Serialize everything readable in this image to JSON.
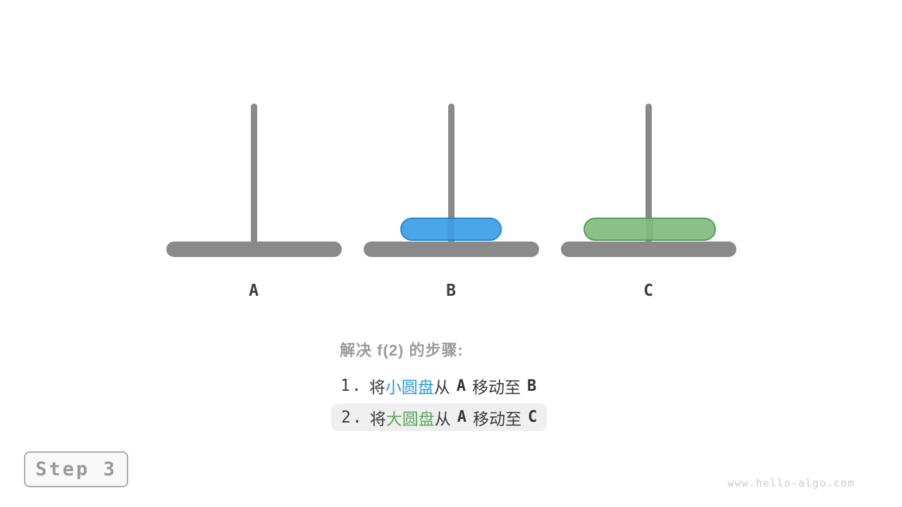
{
  "colors": {
    "pole_gray": "#8A8A8A",
    "disk_small_fill": "#4BA5E9",
    "disk_small_stripe": "#449BDE",
    "disk_small_border": "#1E88D2",
    "disk_large_fill": "#8BC189",
    "disk_large_stripe": "#81B680",
    "disk_large_border": "#55A055",
    "heading_gray": "#9B9B9B",
    "text_dark": "#3A3A3A",
    "blue_text": "#2B96D8",
    "green_text": "#5BA65C",
    "highlight_bg": "#EFEFEF",
    "badge_border": "#ABABAB",
    "badge_bg": "#F9F9F9",
    "badge_text": "#9A9A9A",
    "watermark": "#CBCBCB"
  },
  "pegs": [
    {
      "label": "A"
    },
    {
      "label": "B"
    },
    {
      "label": "C"
    }
  ],
  "disks": [
    {
      "name": "small-disk",
      "peg": "B",
      "color": "blue"
    },
    {
      "name": "large-disk",
      "peg": "C",
      "color": "green"
    }
  ],
  "heading": "解决 f(2) 的步骤:",
  "steps": [
    {
      "num": "1.",
      "verb": "将",
      "disk": "小圆盘",
      "from_word": "从",
      "from": "A",
      "move_word": "移动至",
      "to": "B",
      "highlighted": false
    },
    {
      "num": "2.",
      "verb": "将",
      "disk": "大圆盘",
      "from_word": "从",
      "from": "A",
      "move_word": "移动至",
      "to": "C",
      "highlighted": true
    }
  ],
  "badge": {
    "label": "Step 3"
  },
  "watermark": "www.hello-algo.com"
}
